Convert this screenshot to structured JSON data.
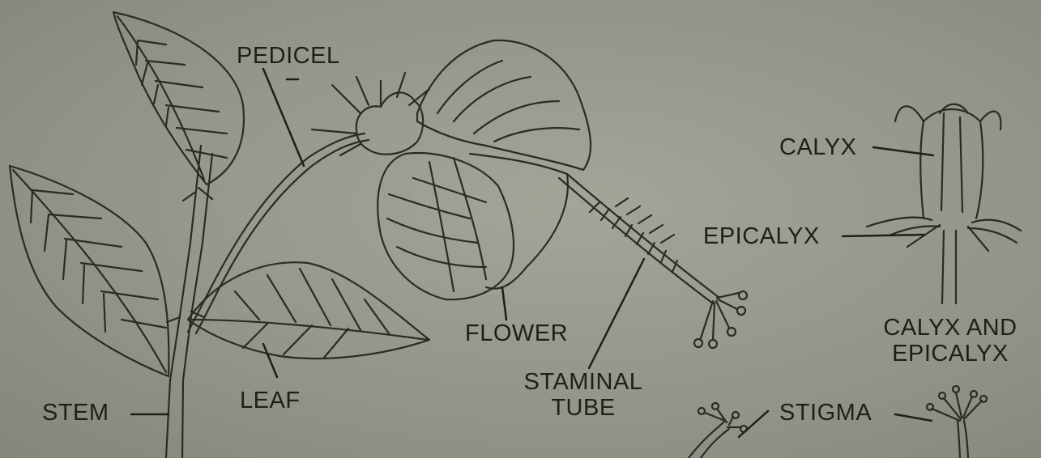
{
  "labels": {
    "pedicel": "PEDICEL",
    "calyx": "CALYX",
    "epicalyx": "EPICALYX",
    "calyx_and_epicalyx_line1": "CALYX AND",
    "calyx_and_epicalyx_line2": "EPICALYX",
    "flower": "FLOWER",
    "staminal_tube_line1": "STAMINAL",
    "staminal_tube_line2": "TUBE",
    "stem": "STEM",
    "leaf": "LEAF",
    "stigma": "STIGMA"
  },
  "colors": {
    "paper": "#929488",
    "ink": "#1e1f1c",
    "line": "#2a2b27"
  }
}
